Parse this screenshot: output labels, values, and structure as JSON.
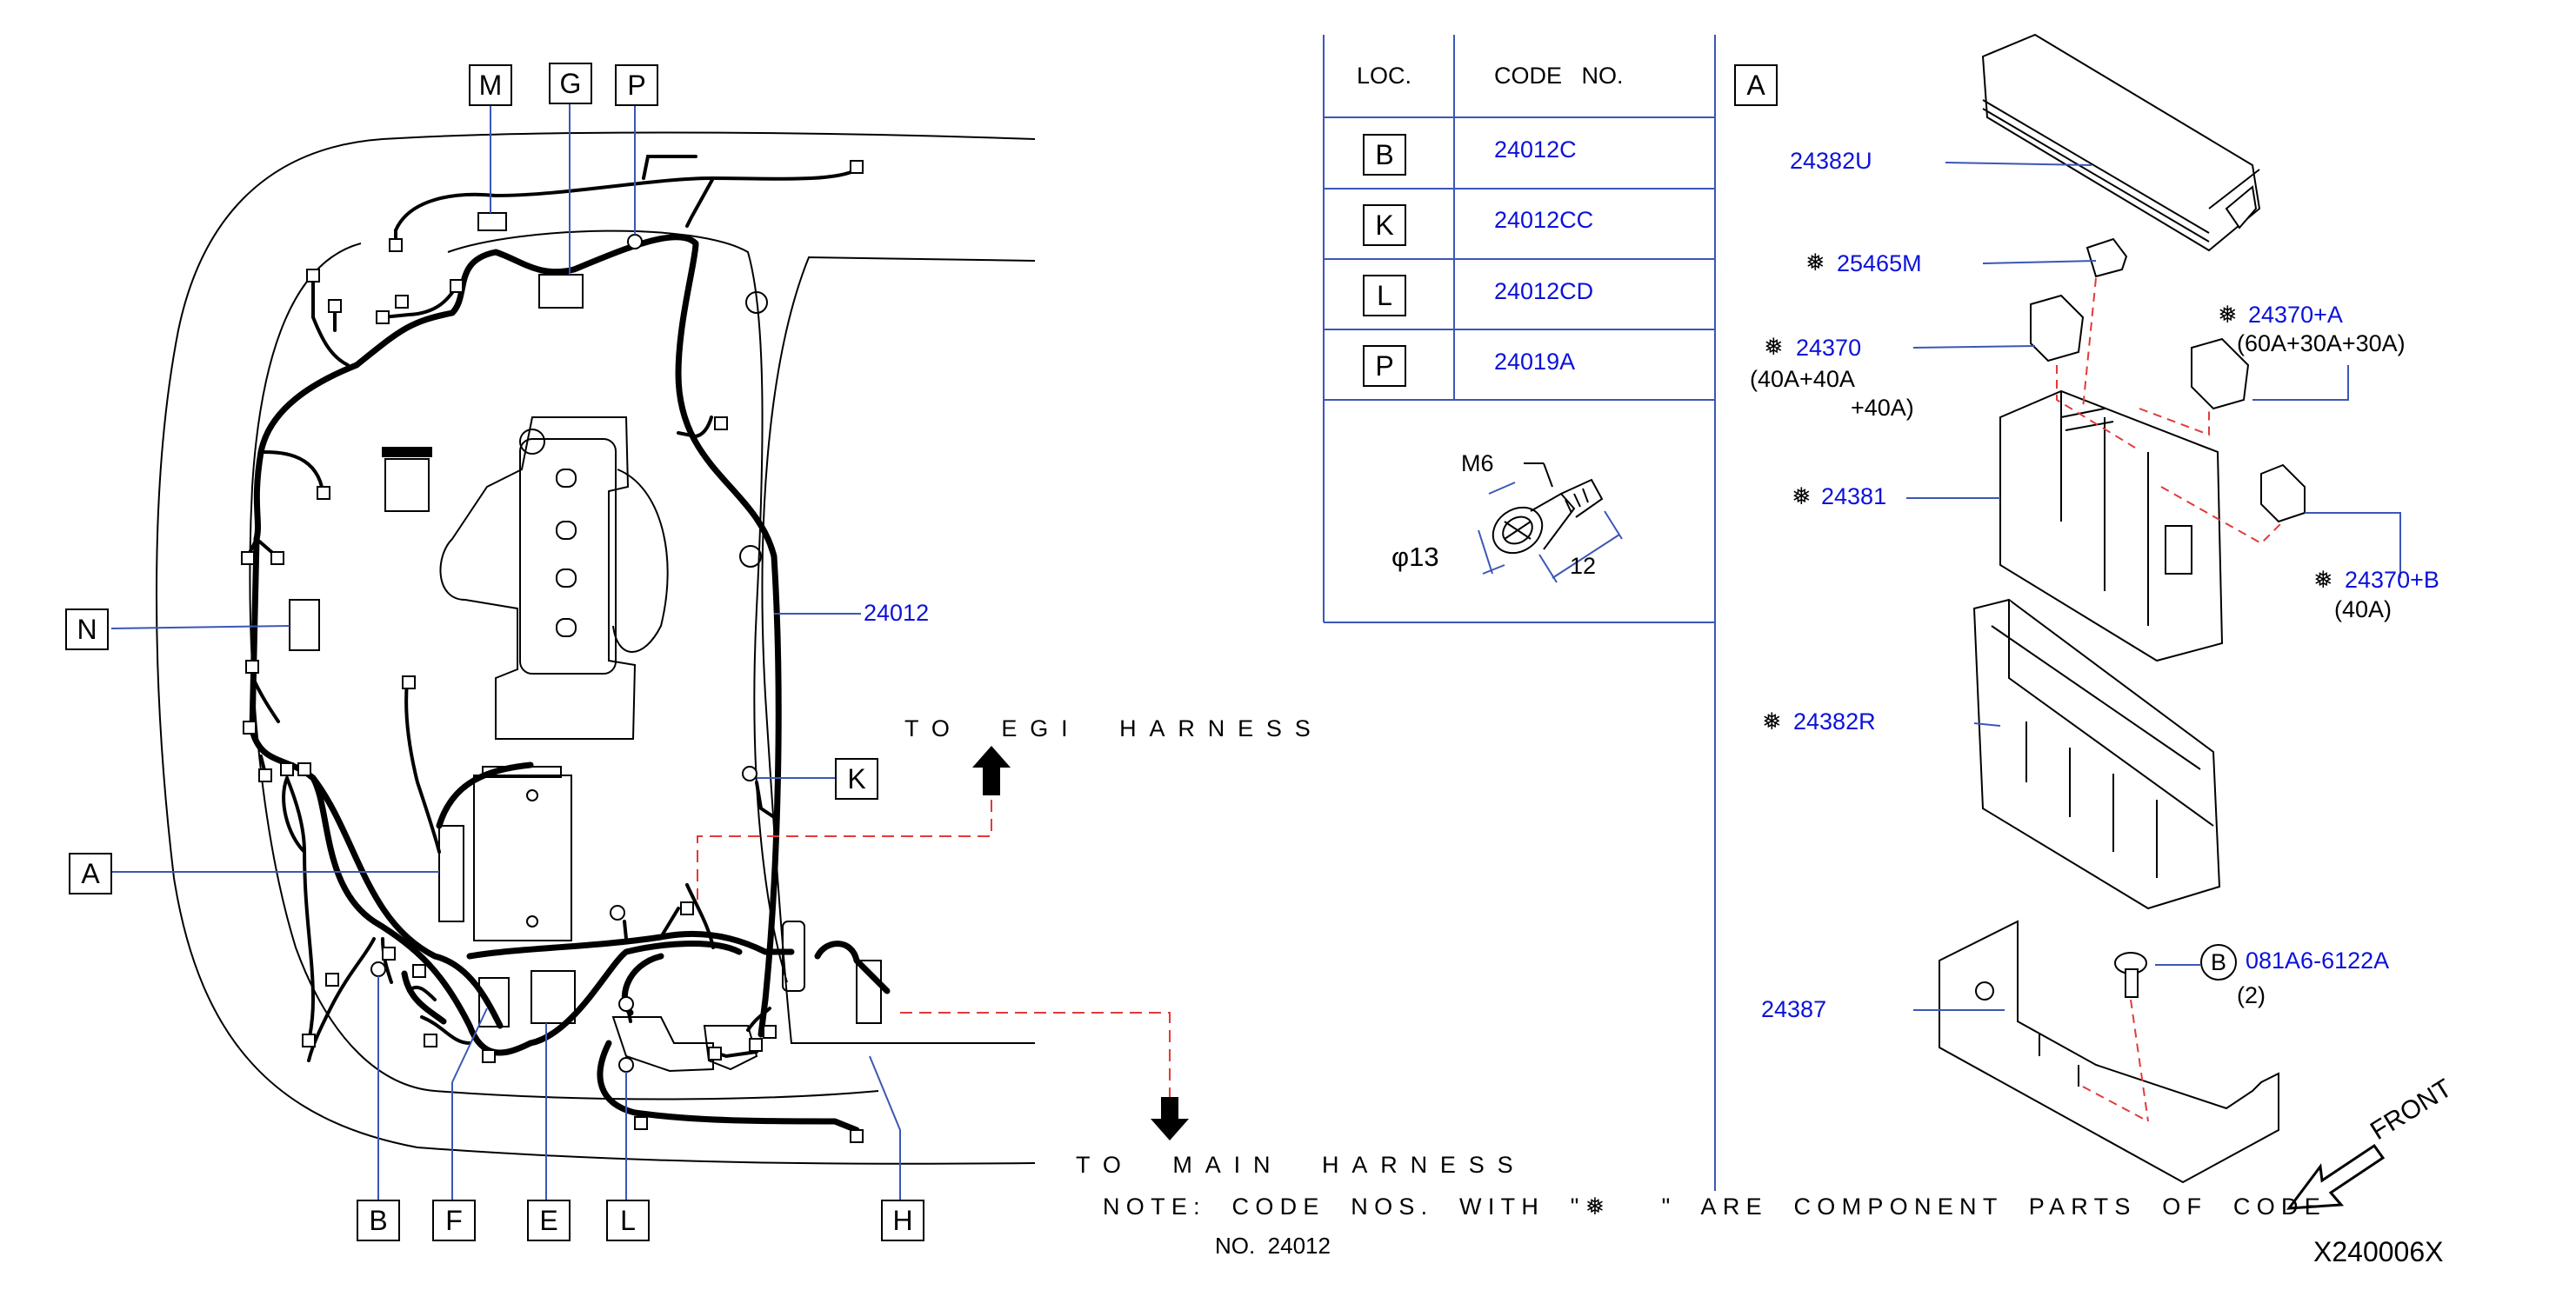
{
  "table": {
    "header_loc": "LOC.",
    "header_code": "CODE   NO.",
    "rows": [
      {
        "loc": "B",
        "code": "24012C"
      },
      {
        "loc": "K",
        "code": "24012CC"
      },
      {
        "loc": "L",
        "code": "24012CD"
      },
      {
        "loc": "P",
        "code": "24019A"
      }
    ],
    "bolt_size": "M6",
    "bolt_diameter": "φ13",
    "bolt_length": "12"
  },
  "harness": {
    "part_number": "24012",
    "to_egi": "TO  EGI  HARNESS",
    "to_main": "TO  MAIN  HARNESS",
    "loc_labels": {
      "M": "M",
      "G": "G",
      "P": "P",
      "N": "N",
      "A": "A",
      "K": "K",
      "B": "B",
      "F": "F",
      "E": "E",
      "L": "L",
      "H": "H"
    }
  },
  "detail": {
    "title": "A",
    "parts": [
      {
        "id": "p24382u",
        "number": "24382U",
        "component": false,
        "note": ""
      },
      {
        "id": "p25465m",
        "number": "25465M",
        "component": true,
        "note": ""
      },
      {
        "id": "p24370a",
        "number": "24370+A",
        "component": true,
        "note": "(60A+30A+30A)"
      },
      {
        "id": "p24370",
        "number": "24370",
        "component": true,
        "note": "(40A+40A",
        "note2": "+40A)"
      },
      {
        "id": "p24381",
        "number": "24381",
        "component": true,
        "note": ""
      },
      {
        "id": "p24370b",
        "number": "24370+B",
        "component": true,
        "note": "(40A)"
      },
      {
        "id": "p24382r",
        "number": "24382R",
        "component": true,
        "note": ""
      },
      {
        "id": "p24387",
        "number": "24387",
        "component": false,
        "note": ""
      },
      {
        "id": "p081a6",
        "number": "081A6-6122A",
        "component": false,
        "note": "(2)",
        "callout": "B"
      }
    ],
    "front": "FRONT"
  },
  "note": {
    "line1_a": "NOTE:  CODE  NOS.  WITH  \"",
    "symbol": "❅",
    "line1_b": "\"  ARE  COMPONENT  PARTS  OF  CODE",
    "line2": "NO.  24012"
  },
  "diagram_id": "X240006X",
  "colors": {
    "link": "#0b12d8",
    "leader": "#3b57b5",
    "dash": "#e23a3a",
    "ink": "#000000"
  }
}
